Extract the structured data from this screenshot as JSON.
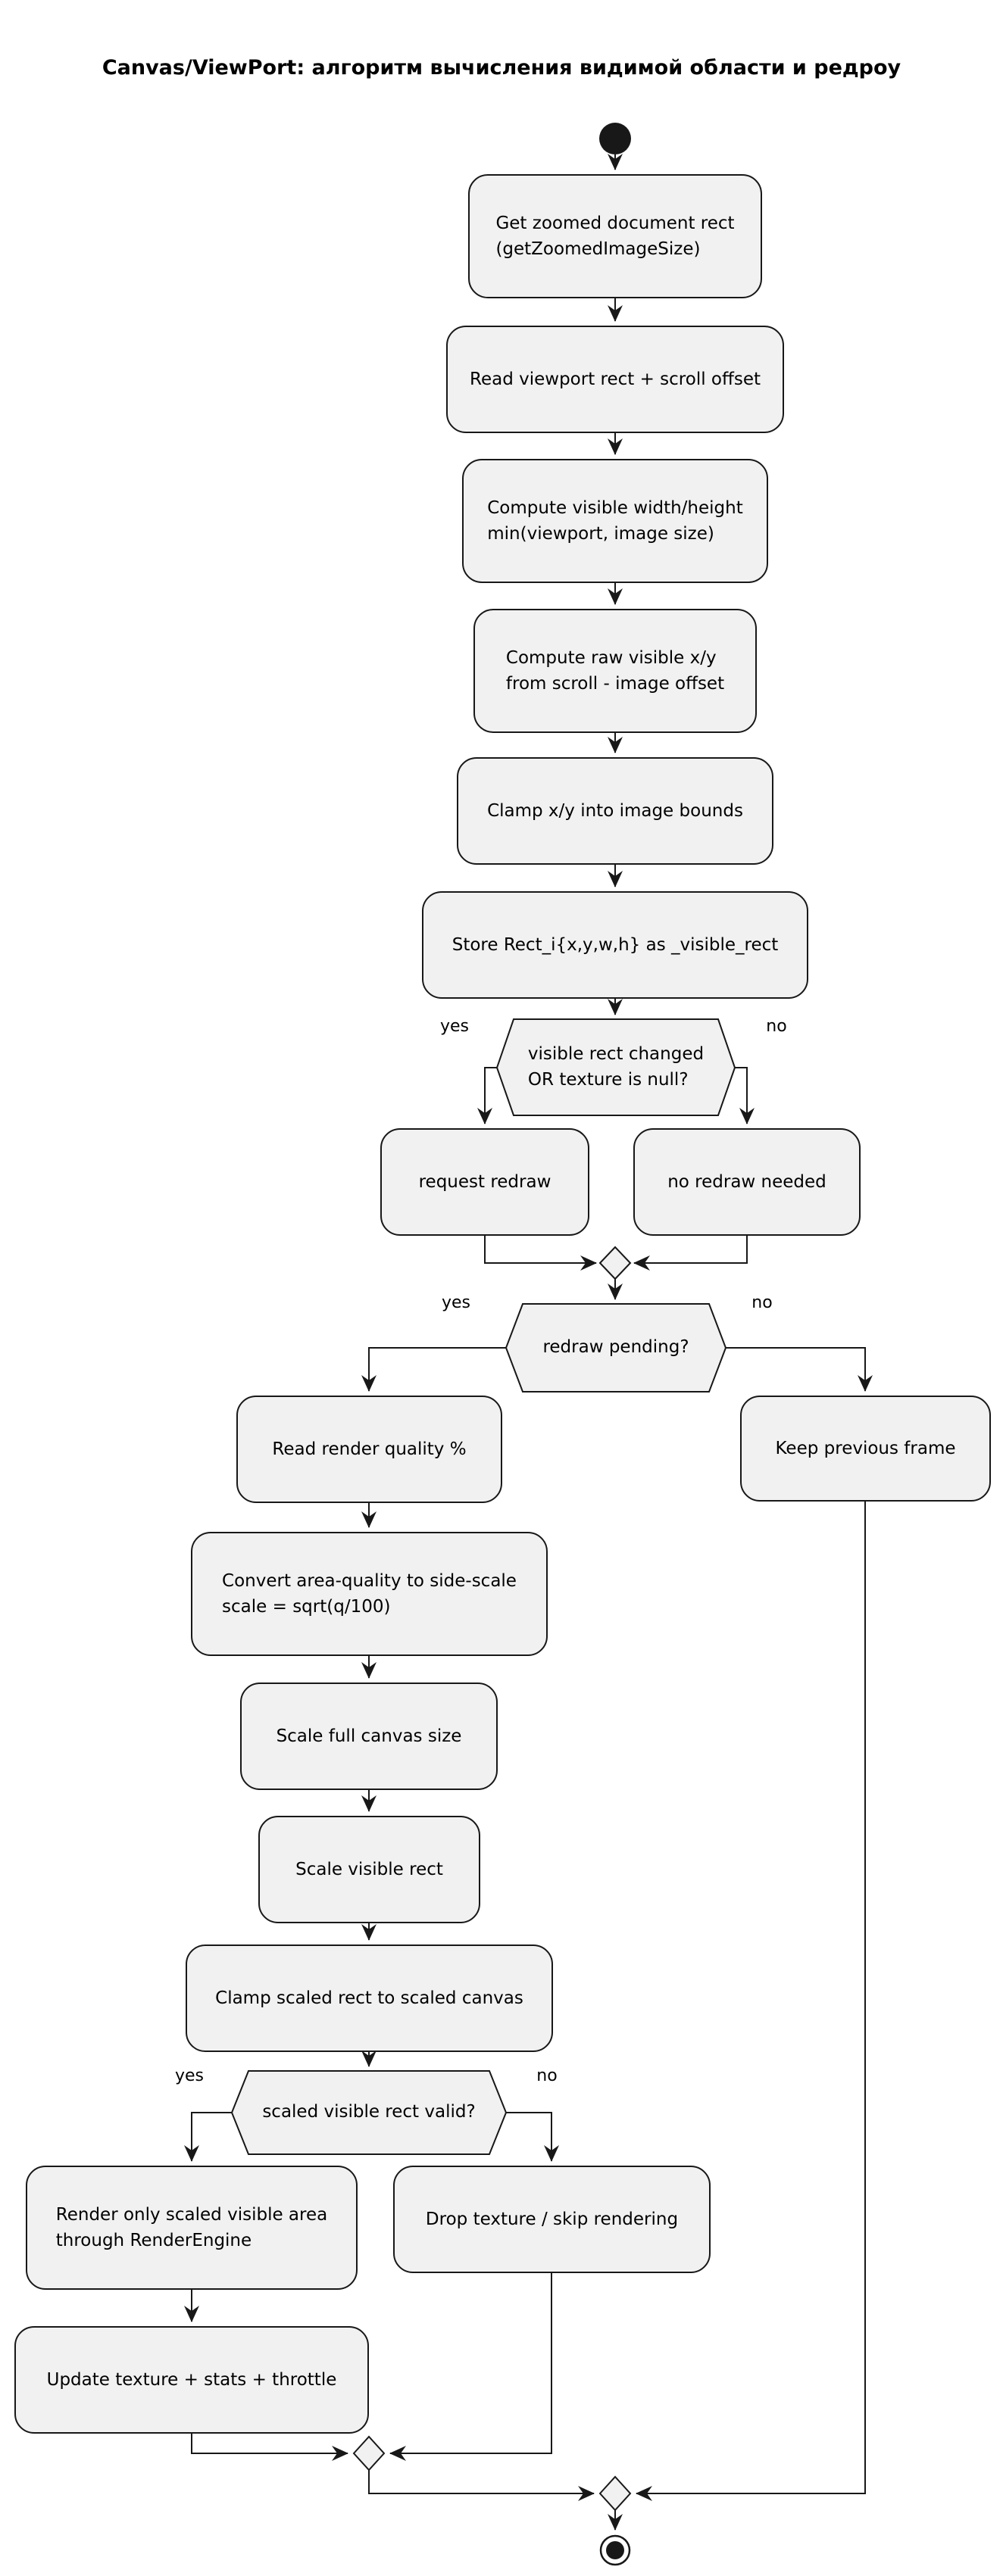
{
  "title": "Canvas/ViewPort: алгоритм вычисления видимой области и редроу",
  "edge_labels": {
    "yes": "yes",
    "no": "no"
  },
  "nodes": {
    "get_zoomed_rect": "Get zoomed document rect\n(getZoomedImageSize)",
    "read_viewport": "Read viewport rect + scroll offset",
    "compute_visible_wh": "Compute visible width/height\nmin(viewport, image size)",
    "compute_raw_xy": "Compute raw visible x/y\nfrom scroll - image offset",
    "clamp_xy": "Clamp x/y into image bounds",
    "store_rect": "Store Rect_i{x,y,w,h} as _visible_rect",
    "request_redraw": "request redraw",
    "no_redraw_needed": "no redraw needed",
    "read_render_quality": "Read render quality %",
    "keep_previous_frame": "Keep previous frame",
    "convert_quality": "Convert area-quality to side-scale\nscale = sqrt(q/100)",
    "scale_full_canvas": "Scale full canvas size",
    "scale_visible_rect": "Scale visible rect",
    "clamp_scaled_rect": "Clamp scaled rect to scaled canvas",
    "render_visible_area": "Render only scaled visible area\nthrough RenderEngine",
    "drop_texture": "Drop texture / skip rendering",
    "update_texture": "Update texture + stats + throttle"
  },
  "decisions": {
    "visible_rect_changed": "visible rect changed\nOR texture is null?",
    "redraw_pending": "redraw pending?",
    "scaled_rect_valid": "scaled visible rect valid?"
  },
  "colors": {
    "node_fill": "#F1F1F1",
    "node_border": "#181818",
    "connector": "#181818",
    "start_end_fill": "#181818",
    "text": "#000000",
    "background": "#FFFFFF"
  }
}
